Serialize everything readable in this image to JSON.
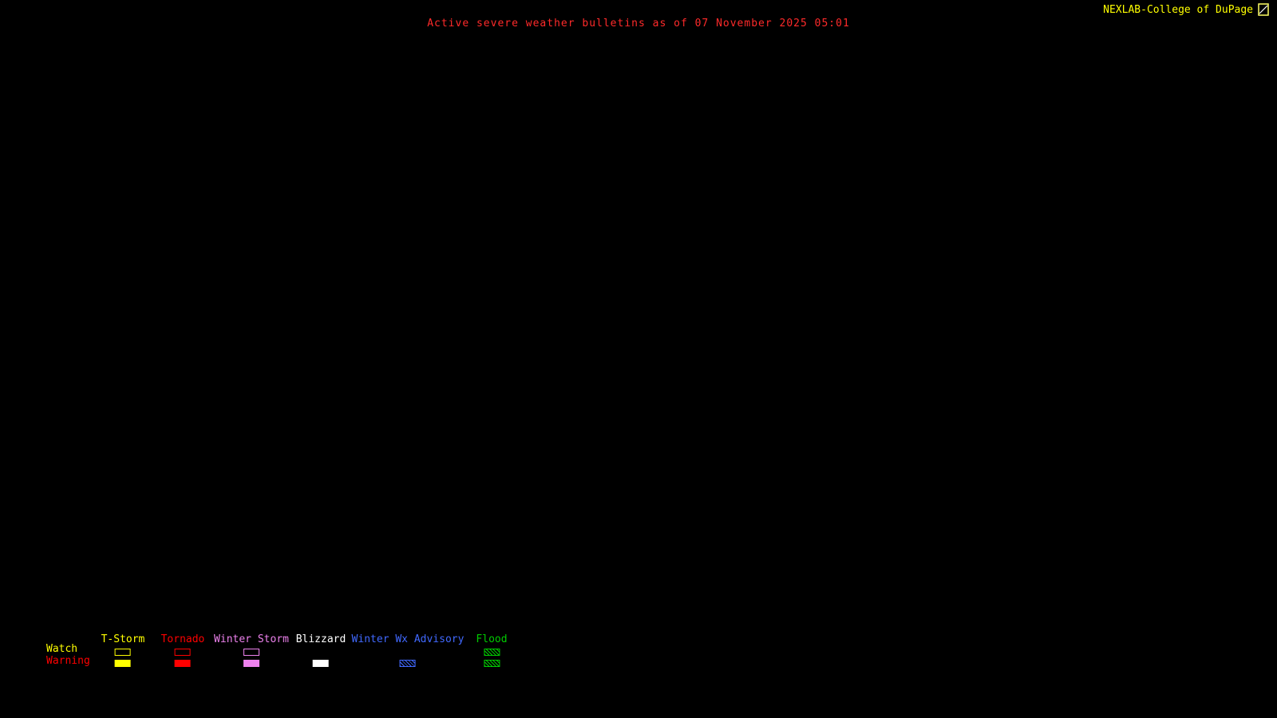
{
  "header": {
    "brand": "NEXLAB-College of DuPage",
    "brand_color": "#ffff00",
    "title": "Active severe weather bulletins as of 07 November 2025 05:01",
    "title_color": "#ff2a2a"
  },
  "map": {
    "background": "#000000",
    "note": ""
  },
  "legend": {
    "row_labels": [
      {
        "label": "Watch",
        "color": "#ffff00"
      },
      {
        "label": "Warning",
        "color": "#ff0000"
      }
    ],
    "categories": [
      {
        "label": "T-Storm",
        "color": "#ffff00",
        "watch": "outline",
        "warning": "solid"
      },
      {
        "label": "Tornado",
        "color": "#ff0000",
        "watch": "outline",
        "warning": "solid"
      },
      {
        "label": "Winter Storm",
        "color": "#ee82ee",
        "watch": "outline",
        "warning": "solid"
      },
      {
        "label": "Blizzard",
        "color": "#ffffff",
        "watch": "none",
        "warning": "solid"
      },
      {
        "label": "Winter Wx Advisory",
        "color": "#4169ff",
        "watch": "none",
        "warning": "hatch"
      },
      {
        "label": "Flood",
        "color": "#00cc00",
        "watch": "hatch",
        "warning": "hatch"
      }
    ]
  }
}
